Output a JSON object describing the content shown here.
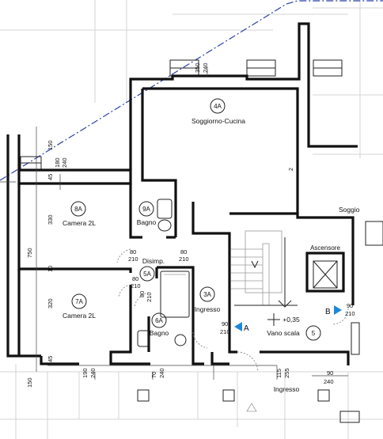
{
  "rooms": [
    {
      "id": "4A",
      "name": "Soggiorno-Cucina"
    },
    {
      "id": "8A",
      "name": "Camera 2L"
    },
    {
      "id": "9A",
      "name": "Bagno"
    },
    {
      "id": "5A",
      "name": "Disimp."
    },
    {
      "id": "7A",
      "name": "Camera 2L"
    },
    {
      "id": "6A",
      "name": "Bagno"
    },
    {
      "id": "3A",
      "name": "Ingresso"
    },
    {
      "id": "5",
      "name": "Vano scala"
    }
  ],
  "labels": {
    "soggio": "Soggio",
    "ascensore": "Ascensore",
    "level": "+0,35",
    "ingresso_bottom": "Ingresso",
    "section_a": "A",
    "section_b": "B",
    "stair_mark": "2"
  },
  "dimensions": {
    "top_350": "350",
    "top_240": "240",
    "left_150_top": "150",
    "left_45_top": "45",
    "left_180": "180",
    "left_240": "240",
    "h330": "330",
    "h750": "750",
    "h10": "10",
    "h320": "320",
    "left_45_bottom": "45",
    "left_150_bottom": "150",
    "d80_a": "80",
    "d210_a": "210",
    "d80_b": "80",
    "d210_b": "210",
    "d80_c": "80",
    "d210_c": "210",
    "d80_d": "80",
    "d210_d": "210",
    "d90_a": "90",
    "d210_e": "210",
    "d90_b": "90",
    "d210_f": "210",
    "b190": "190",
    "b240_a": "240",
    "b70": "70",
    "b240_b": "240",
    "b115": "115",
    "b255": "255",
    "b90": "90",
    "b240_c": "240"
  },
  "colors": {
    "walls": "#111111",
    "roofline": "#2b3fa8",
    "markers": "#1e88d8"
  }
}
